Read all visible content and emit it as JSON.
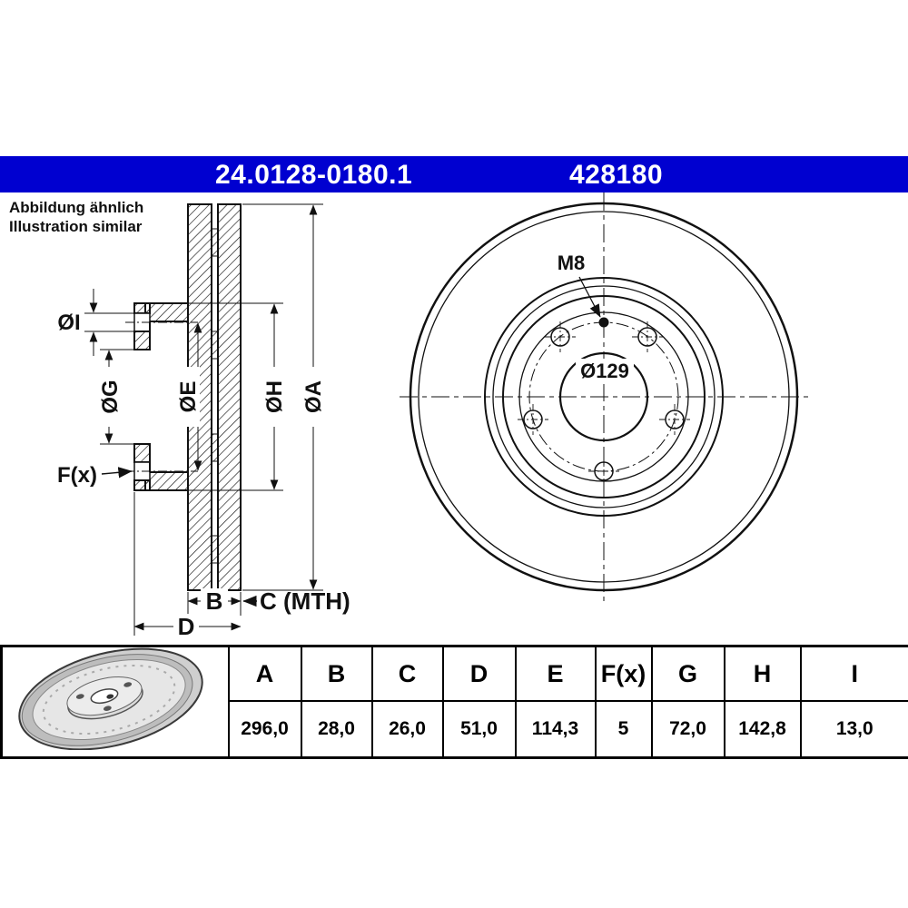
{
  "banner": {
    "part_number": "24.0128-0180.1",
    "ref_number": "428180",
    "bg_color": "#0000d0"
  },
  "note": {
    "line1": "Abbildung ähnlich",
    "line2": "Illustration similar"
  },
  "drawing": {
    "labels": {
      "dia_i": "ØI",
      "dia_g": "ØG",
      "dia_e": "ØE",
      "dia_h": "ØH",
      "dia_a": "ØA",
      "f_count": "F(x)",
      "b": "B",
      "c_mth": "C (MTH)",
      "d": "D",
      "thread": "M8",
      "ring": "Ø129"
    }
  },
  "table": {
    "headers": [
      "A",
      "B",
      "C",
      "D",
      "E",
      "F(x)",
      "G",
      "H",
      "I"
    ],
    "values": [
      "296,0",
      "28,0",
      "26,0",
      "51,0",
      "114,3",
      "5",
      "72,0",
      "142,8",
      "13,0"
    ]
  }
}
